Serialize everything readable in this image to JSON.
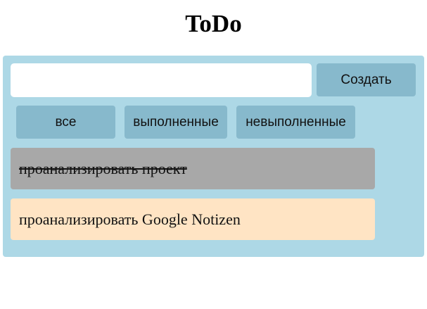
{
  "app": {
    "title": "ToDo"
  },
  "form": {
    "input_value": "",
    "input_placeholder": "",
    "create_label": "Создать"
  },
  "filters": [
    {
      "label": "все"
    },
    {
      "label": "выполненные"
    },
    {
      "label": "невыполненные"
    }
  ],
  "tasks": [
    {
      "text": "проанализировать проект",
      "completed": true
    },
    {
      "text": "проанализировать Google Notizen",
      "completed": false
    }
  ],
  "colors": {
    "panel": "#add8e6",
    "button": "#87b9cc",
    "task_completed": "#a8a8a8",
    "task_open": "#ffe4c4"
  }
}
